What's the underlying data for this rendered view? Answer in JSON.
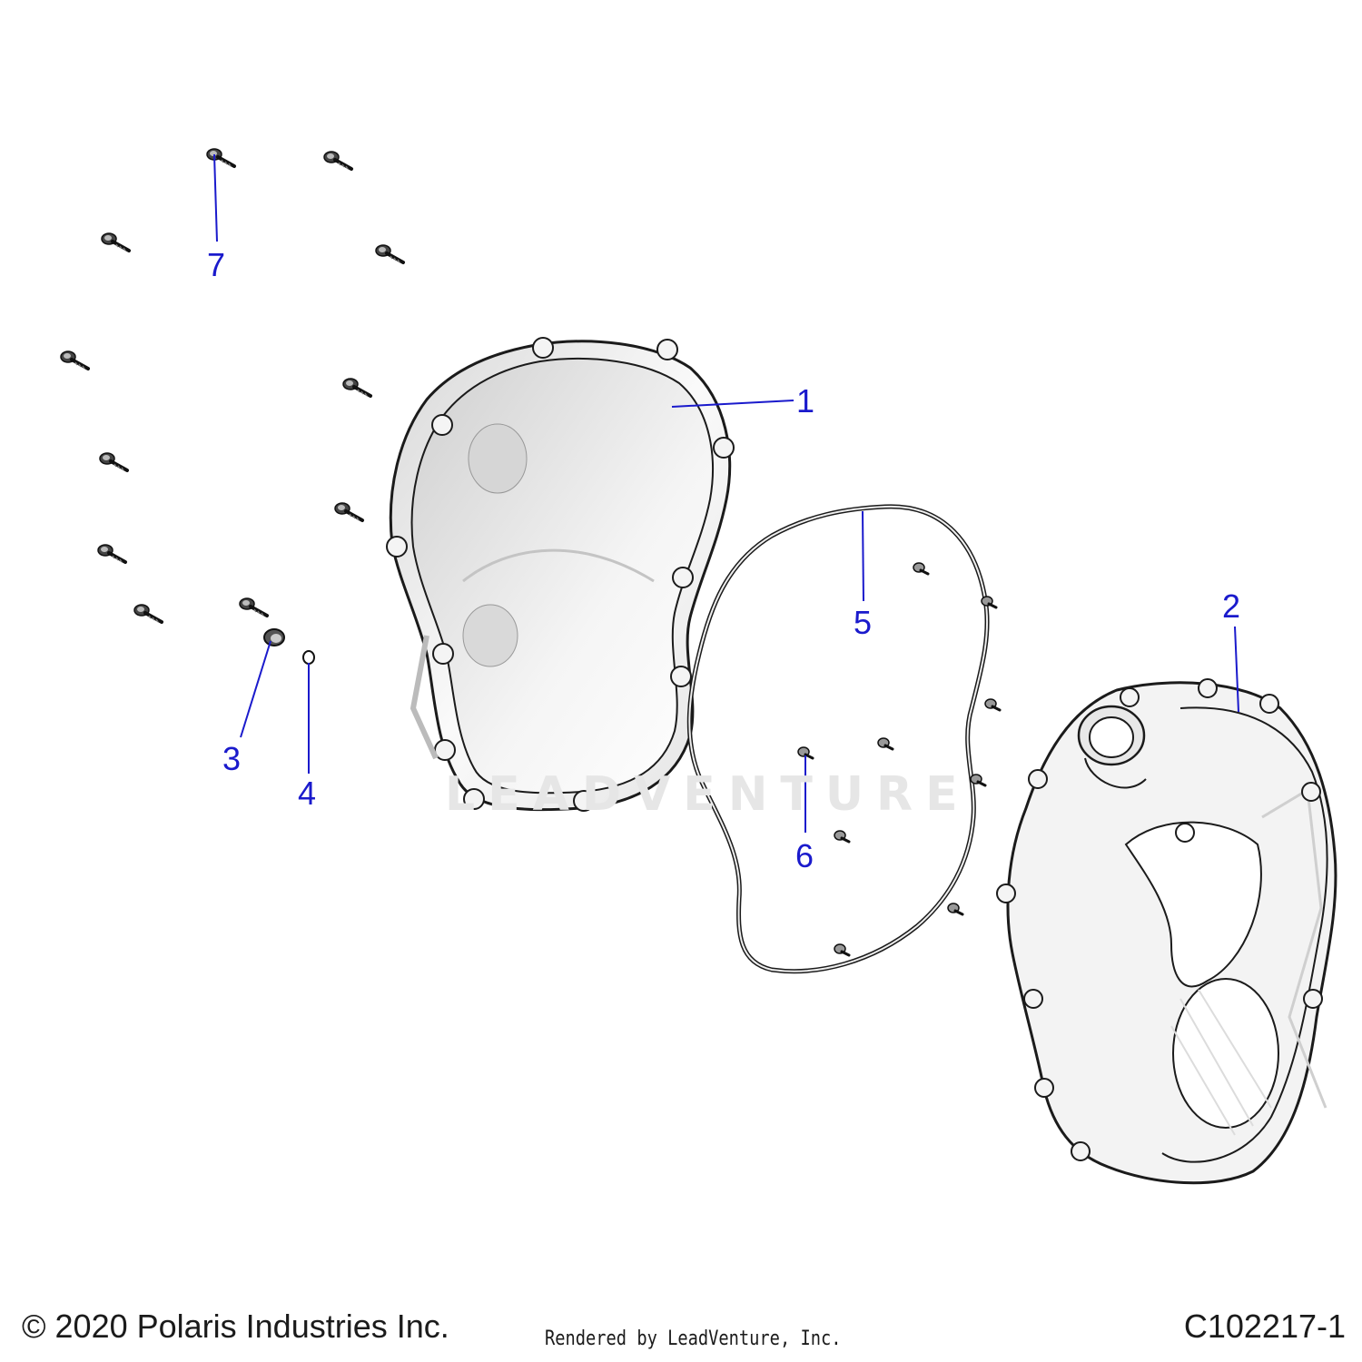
{
  "callouts": {
    "c1": "1",
    "c2": "2",
    "c3": "3",
    "c4": "4",
    "c5": "5",
    "c6": "6",
    "c7": "7"
  },
  "watermark": "LEADVENTURE",
  "footer": {
    "copyright": "© 2020 Polaris Industries Inc.",
    "rendered_by": "Rendered by LeadVenture, Inc.",
    "diagram_code": "C102217-1"
  },
  "colors": {
    "callout": "#1a1acc",
    "part_fill": "#f2f2f2",
    "outline": "#1b1b1b"
  }
}
